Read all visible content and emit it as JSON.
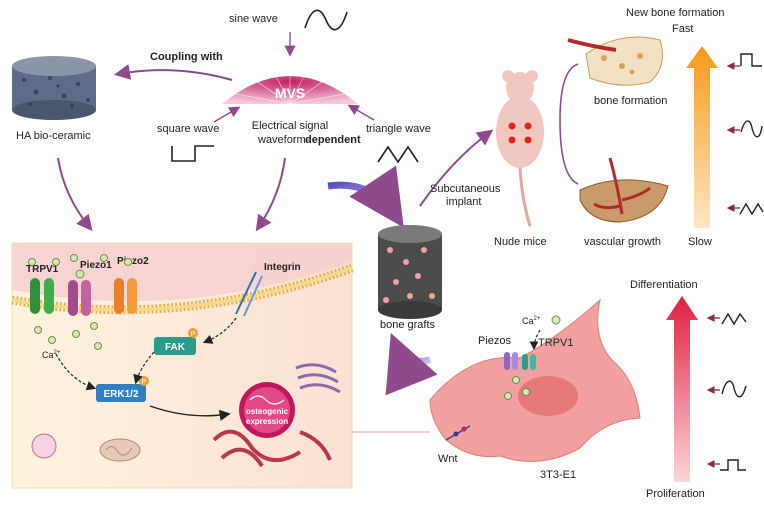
{
  "labels": {
    "sine_wave": "sine wave",
    "coupling_with": "Coupling with",
    "mvs": "MVS",
    "electrical_signal": "Electrical signal",
    "waveform": "waveform-",
    "dependent": "dependent",
    "square_wave": "square wave",
    "triangle_wave": "triangle wave",
    "ha_bioceramic": "HA bio-ceramic",
    "subcutaneous": "Subcutaneous",
    "implant": "implant",
    "nude_mice": "Nude mice",
    "bone_formation": "bone formation",
    "vascular_growth": "vascular growth",
    "new_bone_formation": "New bone formation",
    "fast": "Fast",
    "slow": "Slow",
    "bone_grafts": "bone grafts",
    "differentiation": "Differentiation",
    "proliferation": "Proliferation",
    "piezos": "Piezos",
    "trpv1_cell": "TRPV1",
    "ca_cell": "Ca",
    "ca_sup": "2+",
    "wnt": "Wnt",
    "cell_line": "3T3-E1",
    "trpv1": "TRPV1",
    "piezo1": "Piezo1",
    "piezo2": "Piezo2",
    "integrin": "Integrin",
    "ca_panel": "Ca",
    "fak": "FAK",
    "erk": "ERK1/2",
    "p": "P",
    "osteogenic": "osteogenic",
    "expression": "expression"
  },
  "colors": {
    "arrow_purple": "#8e4a8c",
    "accent_red": "#e2241f",
    "orange_top": "#f59a1a",
    "red_top": "#e02040",
    "panel_bg": "#fbeacb",
    "cell_pink": "#f2a0a0"
  }
}
